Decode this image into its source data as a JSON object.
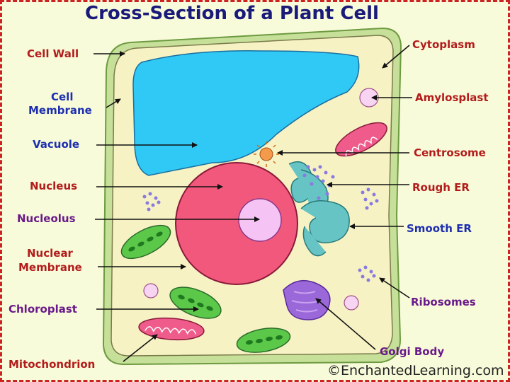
{
  "title": "Cross-Section of a Plant Cell",
  "copyright": "©EnchantedLearning.com",
  "labels": {
    "cell_wall": "Cell Wall",
    "cell_membrane_1": "Cell",
    "cell_membrane_2": "Membrane",
    "vacuole": "Vacuole",
    "nucleus": "Nucleus",
    "nucleolus": "Nucleolus",
    "nuclear_membrane_1": "Nuclear",
    "nuclear_membrane_2": "Membrane",
    "chloroplast": "Chloroplast",
    "mitochondrion": "Mitochondrion",
    "cytoplasm": "Cytoplasm",
    "amylosplast": "Amylosplast",
    "centrosome": "Centrosome",
    "rough_er": "Rough ER",
    "smooth_er": "Smooth ER",
    "ribosomes": "Ribosomes",
    "golgi_body": "Golgi Body"
  },
  "colors": {
    "cell_wall": "#c6e09a",
    "cytoplasm": "#f6f2c4",
    "vacuole": "#30c8f4",
    "nucleus": "#f2587c",
    "nucleolus": "#f6c4f4",
    "chloroplast": "#5cc84a",
    "mitochondrion": "#ef5c8c",
    "ribosomes": "#8a7ae0",
    "golgi_body": "#9a68d8",
    "er": "#66c4c4",
    "centrosome": "#f49a4a",
    "amylosplast": "#f6d4f2"
  }
}
